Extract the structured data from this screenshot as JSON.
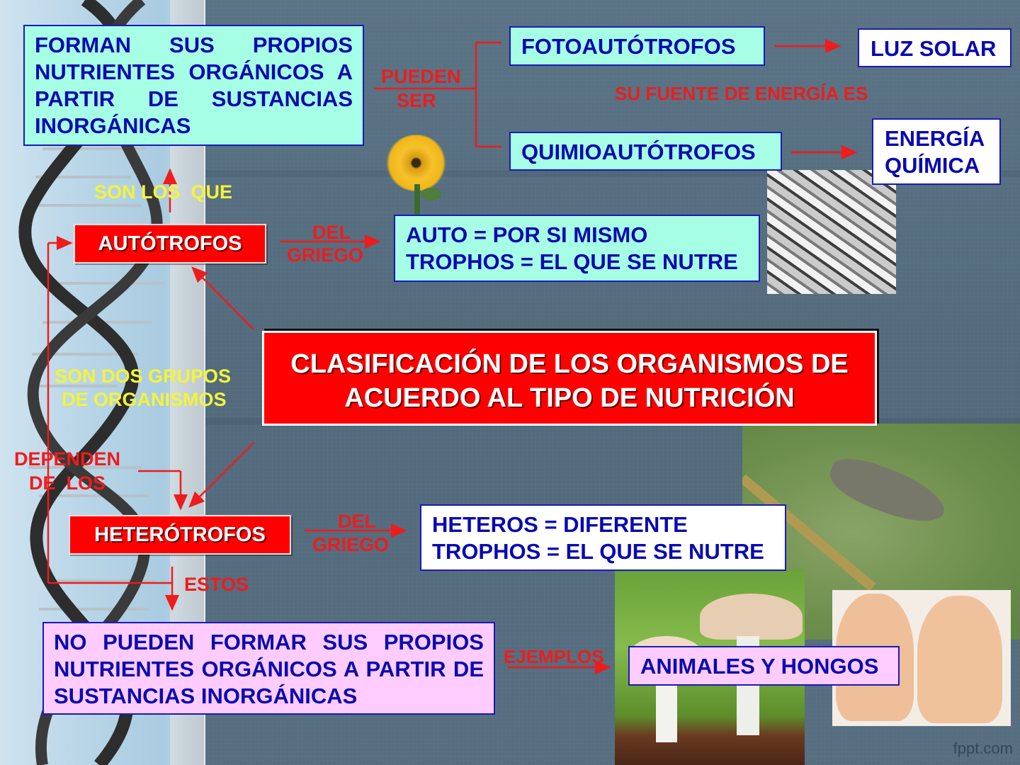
{
  "title": {
    "line1": "CLASIFICACIÓN DE LOS ORGANISMOS DE",
    "line2": "ACUERDO AL TIPO DE NUTRICIÓN"
  },
  "autotrofos": {
    "label": "AUTÓTROFOS",
    "definition": "FORMAN SUS PROPIOS NUTRIENTES ORGÁNICOS A PARTIR DE SUSTANCIAS INORGÁNICAS",
    "connector_son_los_que": "SON LOS  QUE",
    "connector_pueden": "PUEDEN",
    "connector_ser": "SER",
    "connector_del": "DEL",
    "connector_griego": "GRIEGO",
    "etymology": {
      "line1": "AUTO = POR SI MISMO",
      "line2": "TROPHOS = EL QUE SE NUTRE"
    },
    "types": [
      {
        "name": "FOTOAUTÓTROFOS",
        "energy_source": "LUZ SOLAR"
      },
      {
        "name": "QUIMIOAUTÓTROFOS",
        "energy_source_line1": "ENERGÍA",
        "energy_source_line2": "QUÍMICA"
      }
    ],
    "energy_label": "SU FUENTE DE ENERGÍA ES"
  },
  "middle": {
    "son_dos_grupos_line1": "SON DOS GRUPOS",
    "son_dos_grupos_line2": "DE ORGANISMOS",
    "dependen_line1": "DEPENDEN",
    "dependen_line2": "DE  LOS"
  },
  "heterotrofos": {
    "label": "HETERÓTROFOS",
    "connector_del": "DEL",
    "connector_griego": "GRIEGO",
    "etymology": {
      "line1": "HETEROS = DIFERENTE",
      "line2": "TROPHOS = EL QUE SE NUTRE"
    },
    "connector_estos": "ESTOS",
    "definition": "NO PUEDEN FORMAR SUS PROPIOS NUTRIENTES ORGÁNICOS A PARTIR DE SUSTANCIAS INORGÁNICAS",
    "connector_ejemplos": "EJEMPLOS",
    "examples": "ANIMALES Y HONGOS"
  },
  "images": [
    "sunflower",
    "bacteria-micrograph",
    "grasshopper",
    "mushrooms",
    "babies"
  ],
  "colors": {
    "background": "#546c7e",
    "aqua_box": "#a6ffe4",
    "pink_box": "#ffccff",
    "red_box": "#ff0000",
    "box_text": "#0a0ab0",
    "connector_red": "#ee1c1c",
    "connector_yellow": "#f4f43a"
  },
  "watermark": "fppt.com"
}
